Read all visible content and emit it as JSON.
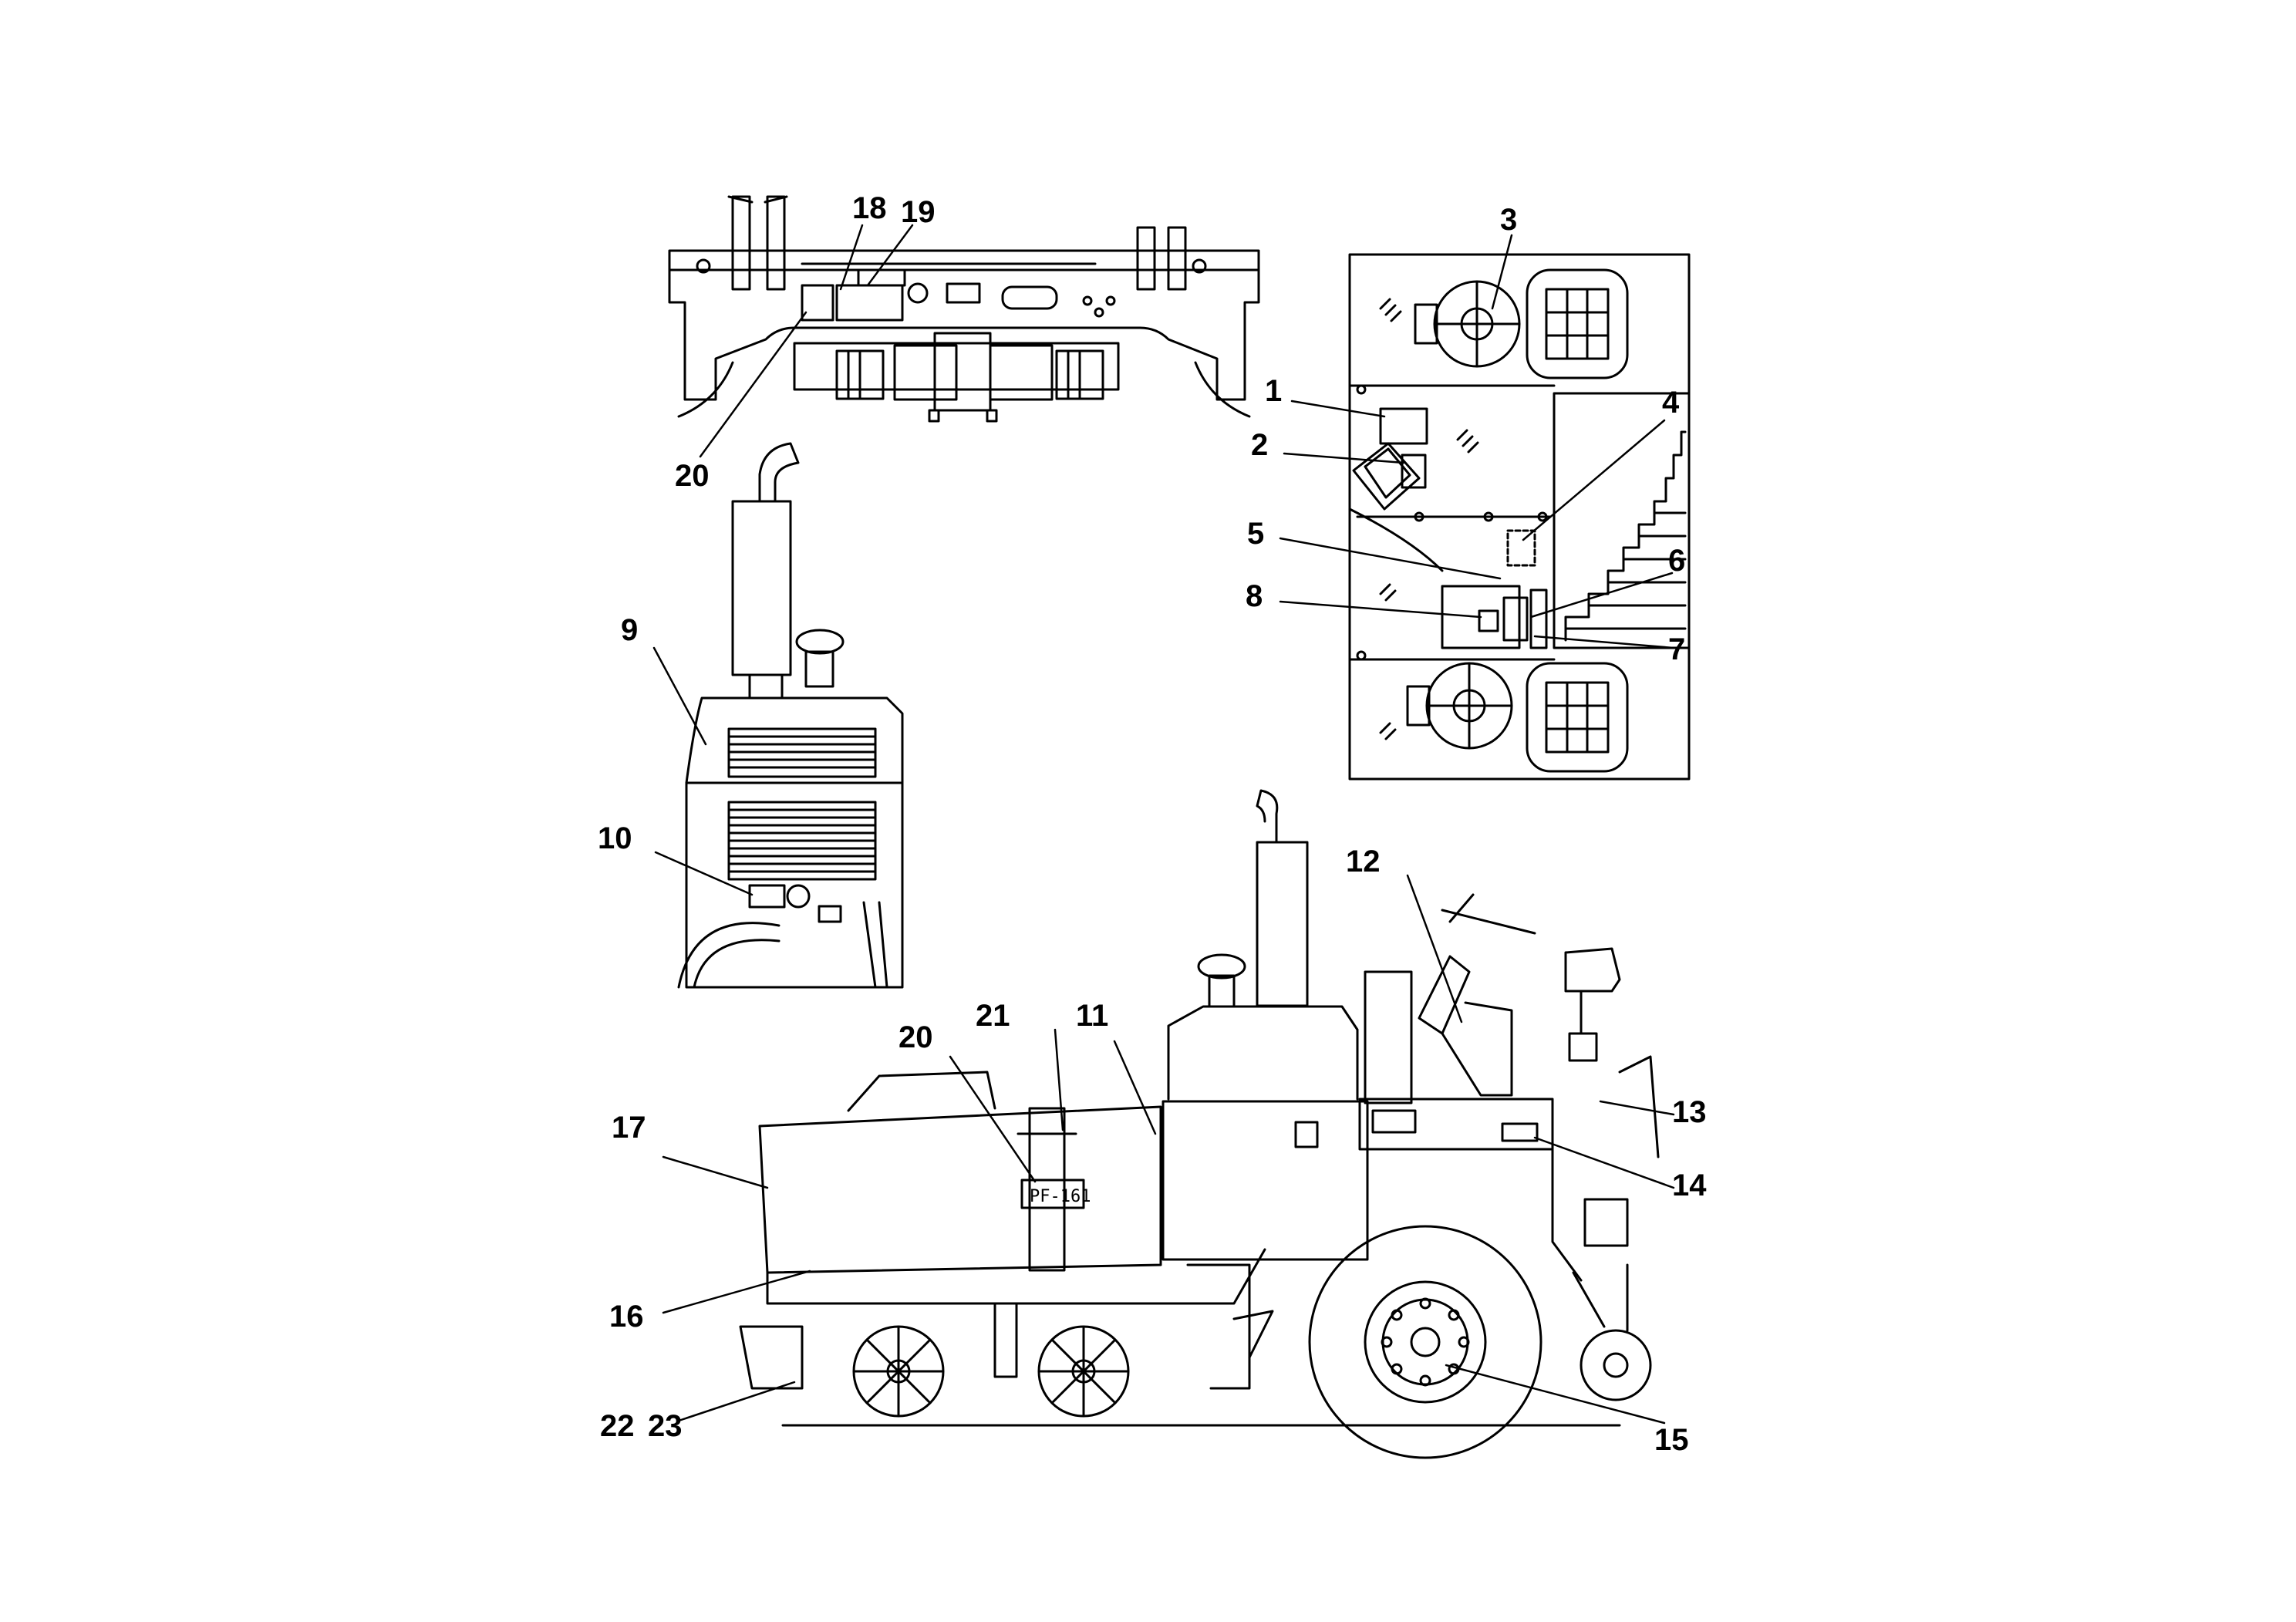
{
  "diagram": {
    "callouts": {
      "c1": "1",
      "c2": "2",
      "c3": "3",
      "c4": "4",
      "c5": "5",
      "c6": "6",
      "c7": "7",
      "c8": "8",
      "c9": "9",
      "c10": "10",
      "c11": "11",
      "c12": "12",
      "c13": "13",
      "c14": "14",
      "c15": "15",
      "c16": "16",
      "c17": "17",
      "c18": "18",
      "c19": "19",
      "c20_top": "20",
      "c20_side": "20",
      "c21": "21",
      "c22": "22",
      "c23": "23"
    },
    "model_plate": "PF-161"
  },
  "colors": {
    "ink": "#000000",
    "paper": "#ffffff"
  }
}
